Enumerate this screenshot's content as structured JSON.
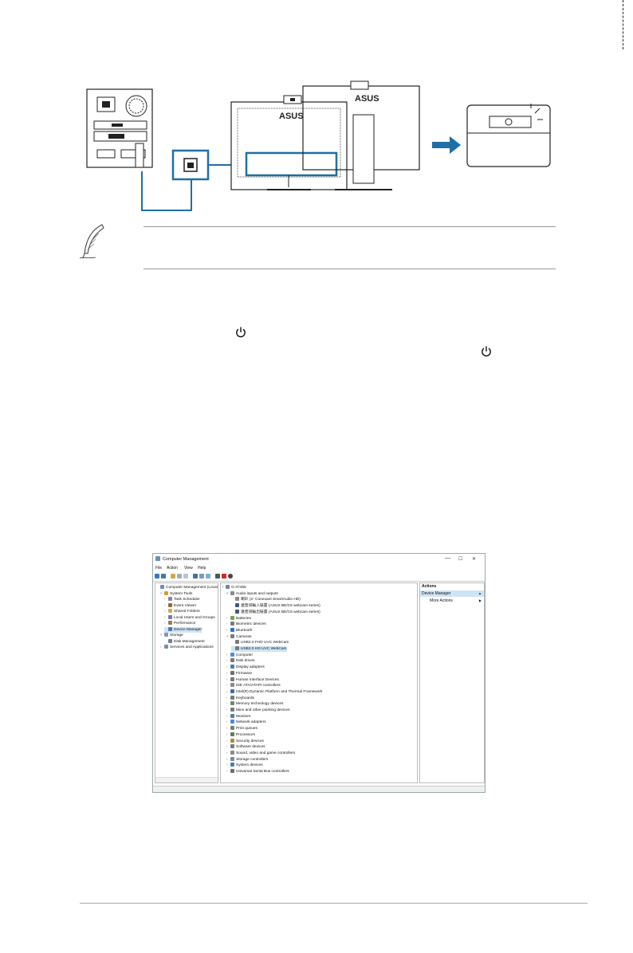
{
  "window": {
    "title": "Computer Management",
    "menu": [
      "File",
      "Action",
      "View",
      "Help"
    ],
    "min_glyph": "—",
    "max_glyph": "☐",
    "close_glyph": "✕"
  },
  "monitor_brand": "ASUS",
  "left_tree": [
    {
      "label": "Computer Management (Local",
      "level": 0,
      "chev": "",
      "icon": "#6a8fb5"
    },
    {
      "label": "System Tools",
      "level": 1,
      "chev": "˅",
      "icon": "#c9a13b"
    },
    {
      "label": "Task Scheduler",
      "level": 2,
      "chev": "›",
      "icon": "#7a8c9e"
    },
    {
      "label": "Event Viewer",
      "level": 2,
      "chev": "›",
      "icon": "#8a6b4d"
    },
    {
      "label": "Shared Folders",
      "level": 2,
      "chev": "›",
      "icon": "#d4a84a"
    },
    {
      "label": "Local Users and Groups",
      "level": 2,
      "chev": "›",
      "icon": "#6d7fa3"
    },
    {
      "label": "Performance",
      "level": 2,
      "chev": "›",
      "icon": "#9a7b5c"
    },
    {
      "label": "Device Manager",
      "level": 2,
      "chev": "",
      "icon": "#4d79a8",
      "selected": true
    },
    {
      "label": "Storage",
      "level": 1,
      "chev": "˅",
      "icon": "#8796a8"
    },
    {
      "label": "Disk Management",
      "level": 2,
      "chev": "",
      "icon": "#6f7f90"
    },
    {
      "label": "Services and Applications",
      "level": 1,
      "chev": "›",
      "icon": "#7d8ea0"
    }
  ],
  "device_tree": [
    {
      "label": "G-37465",
      "level": 0,
      "chev": "˅",
      "icon": "#6f86a0"
    },
    {
      "label": "Audio inputs and outputs",
      "level": 1,
      "chev": "˅",
      "icon": "#8a8a8a"
    },
    {
      "label": "喇叭 (2- Conexant SmartAudio HD)",
      "level": 2,
      "chev": "",
      "icon": "#8a8a8a"
    },
    {
      "label": "遠音訊輸入裝置 (ASUS BE/C6 webcam series)",
      "level": 2,
      "chev": "",
      "icon": "#3d5a7a"
    },
    {
      "label": "遠音訊輸出裝置 (ASUS BE/C6 webcam series)",
      "level": 2,
      "chev": "",
      "icon": "#3d5a7a"
    },
    {
      "label": "Batteries",
      "level": 1,
      "chev": "›",
      "icon": "#6aa84f"
    },
    {
      "label": "Biometric devices",
      "level": 1,
      "chev": "›",
      "icon": "#7a7a7a"
    },
    {
      "label": "Bluetooth",
      "level": 1,
      "chev": "›",
      "icon": "#2e6fd1"
    },
    {
      "label": "Cameras",
      "level": 1,
      "chev": "˅",
      "icon": "#7a7a7a"
    },
    {
      "label": "USB2.0 FHD UVC WebCam",
      "level": 2,
      "chev": "",
      "icon": "#7a7a7a"
    },
    {
      "label": "USB2.0 HD UVC WebCam",
      "level": 2,
      "chev": "",
      "icon": "#7a7a7a",
      "selected": true
    },
    {
      "label": "Computer",
      "level": 1,
      "chev": "›",
      "icon": "#4a8fd6"
    },
    {
      "label": "Disk drives",
      "level": 1,
      "chev": "›",
      "icon": "#7a7a7a"
    },
    {
      "label": "Display adapters",
      "level": 1,
      "chev": "›",
      "icon": "#4a7fb0"
    },
    {
      "label": "Firmware",
      "level": 1,
      "chev": "›",
      "icon": "#6f6f6f"
    },
    {
      "label": "Human Interface Devices",
      "level": 1,
      "chev": "›",
      "icon": "#7a7a7a"
    },
    {
      "label": "IDE ATA/ATAPI controllers",
      "level": 1,
      "chev": "›",
      "icon": "#8a8a8a"
    },
    {
      "label": "Intel(R) Dynamic Platform and Thermal Framework",
      "level": 1,
      "chev": "›",
      "icon": "#3d6fa8"
    },
    {
      "label": "Keyboards",
      "level": 1,
      "chev": "›",
      "icon": "#7a7a7a"
    },
    {
      "label": "Memory technology devices",
      "level": 1,
      "chev": "›",
      "icon": "#6f8a6f"
    },
    {
      "label": "Mice and other pointing devices",
      "level": 1,
      "chev": "›",
      "icon": "#7a7a7a"
    },
    {
      "label": "Monitors",
      "level": 1,
      "chev": "›",
      "icon": "#4a7fb0"
    },
    {
      "label": "Network adapters",
      "level": 1,
      "chev": "›",
      "icon": "#4a8fd6"
    },
    {
      "label": "Print queues",
      "level": 1,
      "chev": "›",
      "icon": "#7a7a7a"
    },
    {
      "label": "Processors",
      "level": 1,
      "chev": "›",
      "icon": "#5f7f5f"
    },
    {
      "label": "Security devices",
      "level": 1,
      "chev": "›",
      "icon": "#b08a3a"
    },
    {
      "label": "Software devices",
      "level": 1,
      "chev": "›",
      "icon": "#7a7a7a"
    },
    {
      "label": "Sound, video and game controllers",
      "level": 1,
      "chev": "›",
      "icon": "#8a8a8a"
    },
    {
      "label": "Storage controllers",
      "level": 1,
      "chev": "›",
      "icon": "#7a8a9a"
    },
    {
      "label": "System devices",
      "level": 1,
      "chev": "›",
      "icon": "#4a7fb0"
    },
    {
      "label": "Universal Serial Bus controllers",
      "level": 1,
      "chev": "›",
      "icon": "#6f6f6f"
    }
  ],
  "actions": {
    "header": "Actions",
    "section": "Device Manager",
    "item": "More Actions",
    "section_glyph": "▲",
    "item_glyph": "▶"
  }
}
